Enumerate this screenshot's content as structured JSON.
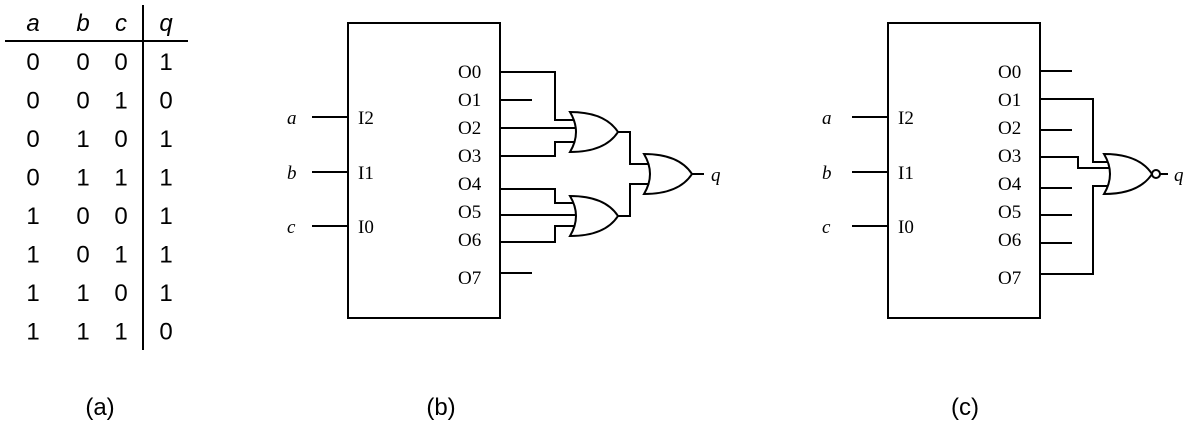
{
  "truth_table": {
    "headers": [
      "a",
      "b",
      "c",
      "q"
    ],
    "rows": [
      [
        "0",
        "0",
        "0",
        "1"
      ],
      [
        "0",
        "0",
        "1",
        "0"
      ],
      [
        "0",
        "1",
        "0",
        "1"
      ],
      [
        "0",
        "1",
        "1",
        "1"
      ],
      [
        "1",
        "0",
        "0",
        "1"
      ],
      [
        "1",
        "0",
        "1",
        "1"
      ],
      [
        "1",
        "1",
        "0",
        "1"
      ],
      [
        "1",
        "1",
        "1",
        "0"
      ]
    ]
  },
  "circuit_b": {
    "inputs": [
      {
        "var": "a",
        "pin": "I2"
      },
      {
        "var": "b",
        "pin": "I1"
      },
      {
        "var": "c",
        "pin": "I0"
      }
    ],
    "outputs": [
      "O0",
      "O1",
      "O2",
      "O3",
      "O4",
      "O5",
      "O6",
      "O7"
    ],
    "output_label": "q"
  },
  "circuit_c": {
    "inputs": [
      {
        "var": "a",
        "pin": "I2"
      },
      {
        "var": "b",
        "pin": "I1"
      },
      {
        "var": "c",
        "pin": "I0"
      }
    ],
    "outputs": [
      "O0",
      "O1",
      "O2",
      "O3",
      "O4",
      "O5",
      "O6",
      "O7"
    ],
    "output_label": "q"
  },
  "captions": [
    "(a)",
    "(b)",
    "(c)"
  ]
}
